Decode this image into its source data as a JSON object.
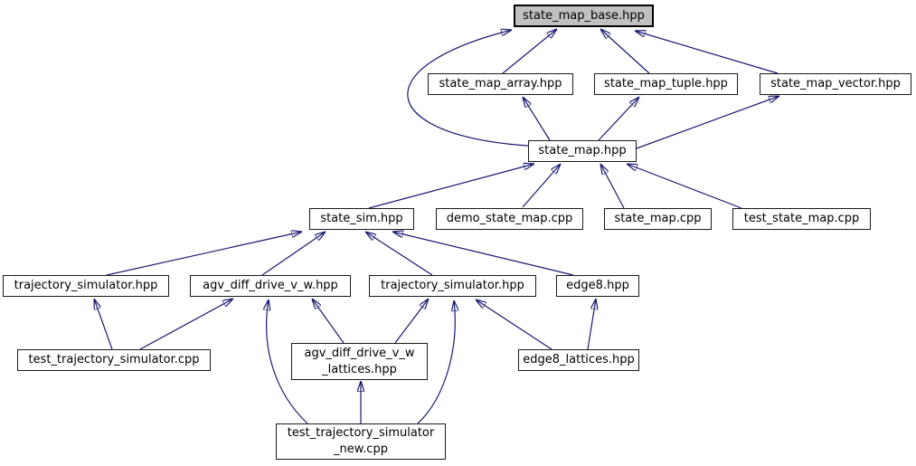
{
  "diagram": {
    "type": "include-dependency-graph",
    "edge_color": "#191970",
    "highlighted_node_fill": "#c0c0c0",
    "nodes": [
      {
        "id": "state_map_base.hpp",
        "label": "state_map_base.hpp",
        "highlighted": true
      },
      {
        "id": "state_map_array.hpp",
        "label": "state_map_array.hpp",
        "highlighted": false
      },
      {
        "id": "state_map_tuple.hpp",
        "label": "state_map_tuple.hpp",
        "highlighted": false
      },
      {
        "id": "state_map_vector.hpp",
        "label": "state_map_vector.hpp",
        "highlighted": false
      },
      {
        "id": "state_map.hpp",
        "label": "state_map.hpp",
        "highlighted": false
      },
      {
        "id": "state_sim.hpp",
        "label": "state_sim.hpp",
        "highlighted": false
      },
      {
        "id": "demo_state_map.cpp",
        "label": "demo_state_map.cpp",
        "highlighted": false
      },
      {
        "id": "state_map.cpp",
        "label": "state_map.cpp",
        "highlighted": false
      },
      {
        "id": "test_state_map.cpp",
        "label": "test_state_map.cpp",
        "highlighted": false
      },
      {
        "id": "trajectory_simulator.hpp#left",
        "label": "trajectory_simulator.hpp",
        "highlighted": false
      },
      {
        "id": "agv_diff_drive_v_w.hpp",
        "label": "agv_diff_drive_v_w.hpp",
        "highlighted": false
      },
      {
        "id": "trajectory_simulator.hpp#right",
        "label": "trajectory_simulator.hpp",
        "highlighted": false
      },
      {
        "id": "edge8.hpp",
        "label": "edge8.hpp",
        "highlighted": false
      },
      {
        "id": "test_trajectory_simulator.cpp",
        "label": "test_trajectory_simulator.cpp",
        "highlighted": false
      },
      {
        "id": "agv_diff_drive_v_w_lattices.hpp",
        "label": "agv_diff_drive_v_w\n_lattices.hpp",
        "highlighted": false
      },
      {
        "id": "edge8_lattices.hpp",
        "label": "edge8_lattices.hpp",
        "highlighted": false
      },
      {
        "id": "test_trajectory_simulator_new.cpp",
        "label": "test_trajectory_simulator\n_new.cpp",
        "highlighted": false
      }
    ],
    "edges": [
      {
        "from": "state_map_array.hpp",
        "to": "state_map_base.hpp"
      },
      {
        "from": "state_map_tuple.hpp",
        "to": "state_map_base.hpp"
      },
      {
        "from": "state_map_vector.hpp",
        "to": "state_map_base.hpp"
      },
      {
        "from": "state_map.hpp",
        "to": "state_map_base.hpp"
      },
      {
        "from": "state_map.hpp",
        "to": "state_map_array.hpp"
      },
      {
        "from": "state_map.hpp",
        "to": "state_map_tuple.hpp"
      },
      {
        "from": "state_map.hpp",
        "to": "state_map_vector.hpp"
      },
      {
        "from": "state_sim.hpp",
        "to": "state_map.hpp"
      },
      {
        "from": "demo_state_map.cpp",
        "to": "state_map.hpp"
      },
      {
        "from": "state_map.cpp",
        "to": "state_map.hpp"
      },
      {
        "from": "test_state_map.cpp",
        "to": "state_map.hpp"
      },
      {
        "from": "trajectory_simulator.hpp#left",
        "to": "state_sim.hpp"
      },
      {
        "from": "agv_diff_drive_v_w.hpp",
        "to": "state_sim.hpp"
      },
      {
        "from": "trajectory_simulator.hpp#right",
        "to": "state_sim.hpp"
      },
      {
        "from": "edge8.hpp",
        "to": "state_sim.hpp"
      },
      {
        "from": "test_trajectory_simulator.cpp",
        "to": "trajectory_simulator.hpp#left"
      },
      {
        "from": "test_trajectory_simulator.cpp",
        "to": "agv_diff_drive_v_w.hpp"
      },
      {
        "from": "agv_diff_drive_v_w_lattices.hpp",
        "to": "agv_diff_drive_v_w.hpp"
      },
      {
        "from": "agv_diff_drive_v_w_lattices.hpp",
        "to": "trajectory_simulator.hpp#right"
      },
      {
        "from": "edge8_lattices.hpp",
        "to": "trajectory_simulator.hpp#right"
      },
      {
        "from": "edge8_lattices.hpp",
        "to": "edge8.hpp"
      },
      {
        "from": "test_trajectory_simulator_new.cpp",
        "to": "agv_diff_drive_v_w.hpp"
      },
      {
        "from": "test_trajectory_simulator_new.cpp",
        "to": "agv_diff_drive_v_w_lattices.hpp"
      },
      {
        "from": "test_trajectory_simulator_new.cpp",
        "to": "trajectory_simulator.hpp#right"
      }
    ]
  }
}
